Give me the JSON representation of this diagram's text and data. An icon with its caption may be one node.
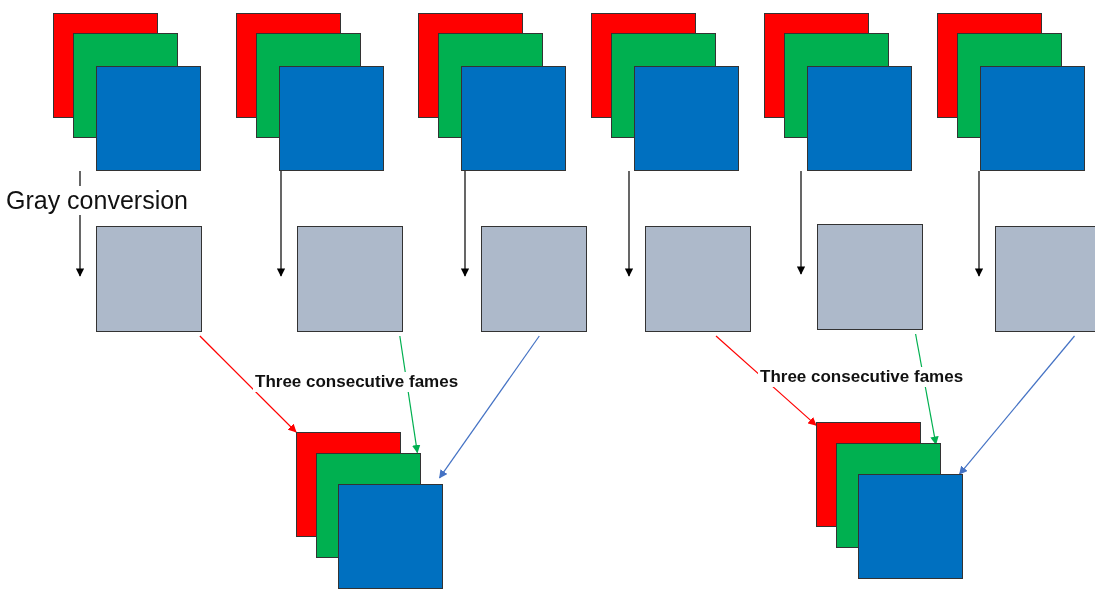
{
  "diagram": {
    "nodes": [
      {
        "text": [],
        "shape": "box"
      },
      {
        "text": [],
        "shape": "box"
      },
      {
        "text": [],
        "shape": "box"
      },
      {
        "text": [],
        "shape": "box"
      },
      {
        "text": [],
        "shape": "box"
      },
      {
        "text": [],
        "shape": "box"
      },
      {
        "text": [],
        "shape": "box"
      },
      {
        "text": [],
        "shape": "box"
      },
      {
        "text": [],
        "shape": "box"
      },
      {
        "text": [],
        "shape": "box"
      },
      {
        "text": [],
        "shape": "box"
      },
      {
        "text": [],
        "shape": "box"
      },
      {
        "text": [],
        "shape": "box"
      },
      {
        "text": [],
        "shape": "box"
      }
    ],
    "edges": [
      {
        "from": 0,
        "to": 6,
        "arrow": "to"
      },
      {
        "from": 1,
        "to": 7,
        "arrow": "to"
      },
      {
        "from": 2,
        "to": 8,
        "arrow": "to"
      },
      {
        "from": 3,
        "to": 9,
        "arrow": "to"
      },
      {
        "from": 4,
        "to": 10,
        "arrow": "to"
      },
      {
        "from": 5,
        "to": 11,
        "arrow": "to"
      },
      {
        "from": 6,
        "to": 12,
        "arrow": "to",
        "color": "#ff0000"
      },
      {
        "from": 7,
        "to": 12,
        "arrow": "to",
        "color": "#00b050"
      },
      {
        "from": 8,
        "to": 12,
        "arrow": "to",
        "color": "#4472c4"
      },
      {
        "from": 9,
        "to": 13,
        "arrow": "to",
        "color": "#ff0000"
      },
      {
        "from": 10,
        "to": 13,
        "arrow": "to",
        "color": "#00b050"
      },
      {
        "from": 11,
        "to": 13,
        "arrow": "to",
        "color": "#4472c4"
      }
    ],
    "labels": [
      "Gray conversion",
      "Three consecutive fames",
      "Three consecutive fames"
    ]
  }
}
